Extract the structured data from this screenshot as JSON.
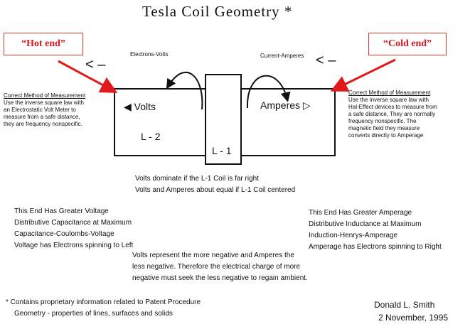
{
  "title": "Tesla Coil Geometry *",
  "labels": {
    "hot_end": "“Hot end”",
    "cold_end": "“Cold end”",
    "electrons_volts": "Electrons-Volts",
    "current_amperes": "Current-Amperes",
    "arrow_left_1": "< –",
    "arrow_left_2": "< –"
  },
  "left_measure": {
    "heading": "Correct Method of Measurement",
    "lines": [
      "Use the inverse square law with",
      "an Electrostatic Volt Meter to",
      "measure from a safe distance,",
      "they are frequency nonspecific."
    ]
  },
  "right_measure": {
    "heading": "Correct Method of Measurement",
    "lines": [
      "Use the inverse square law with",
      "Hal-Effect devices to measure from",
      "a safe distance, They are normally",
      "frequency nonspecific. The",
      "magnetic field they measure",
      "converts directly to Amperage"
    ]
  },
  "coil": {
    "volts": "Volts",
    "amperes": "Amperes",
    "l2": "L - 2",
    "l1": "L - 1"
  },
  "center_notes": [
    "Volts dominate if the L-1 Coil is far right",
    "Volts and Amperes about equal if  L-1 Coil centered"
  ],
  "left_block": [
    "This End Has Greater Voltage",
    "Distributive Capacitance at Maximum",
    "Capacitance-Coulombs-Voltage",
    "Voltage has Electrons spinning to Left"
  ],
  "right_block": [
    "This End Has Greater Amperage",
    "Distributive Inductance at Maximum",
    "Induction-Henrys-Amperage",
    "Amperage has Electrons spinning to Right"
  ],
  "middle_block": [
    "Volts represent the more negative and Amperes the",
    "less negative.  Therefore the electrical charge of more",
    "negative must seek the less negative to regain ambient."
  ],
  "footnote": [
    "* Contains proprietary information related to Patent Procedure",
    "Geometry - properties of lines, surfaces and solids"
  ],
  "signature": {
    "name": "Donald  L. Smith",
    "date": "2 November,  1995"
  },
  "colors": {
    "accent_red": "#e0191a",
    "ink": "#111111"
  }
}
